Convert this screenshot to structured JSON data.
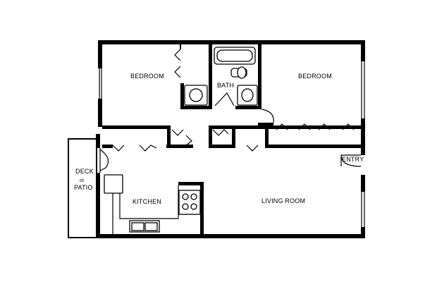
{
  "floorplan": {
    "rooms": {
      "bedroom_left": "BEDROOM",
      "bedroom_right": "BEDROOM",
      "bath": "BATH",
      "kitchen": "KITCHEN",
      "living_room": "LIVING ROOM",
      "entry": "ENTRY"
    },
    "deck": {
      "line1": "DECK",
      "line2": "or",
      "line3": "PATIO"
    }
  }
}
